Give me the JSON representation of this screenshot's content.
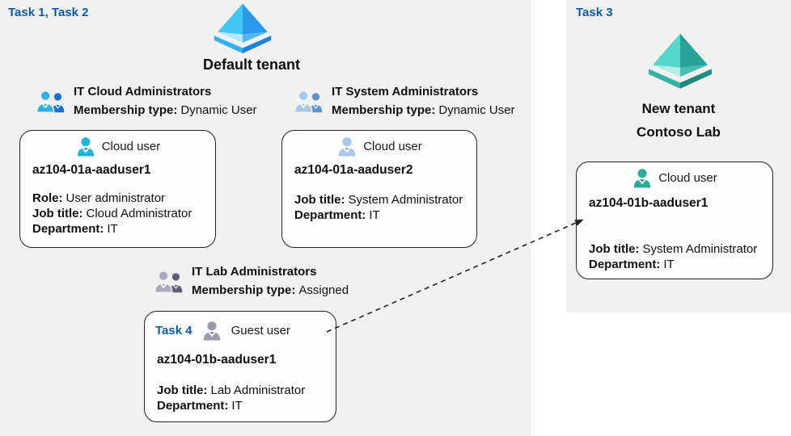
{
  "colors": {
    "accent_blue": "#0d5a9e",
    "region_bg": "#f1f1f1",
    "card_bg": "#fcfcfc",
    "card_border": "#222222",
    "arrow": "#222222",
    "tenant_icon_blue": "#2b98ea",
    "tenant_icon_teal": "#28a298"
  },
  "icons": {
    "default_tenant": "azure-tenant-diamond-blue",
    "new_tenant": "azure-tenant-diamond-teal",
    "group_cloud_admins": "two-users-icon-cyan-blue",
    "group_system_admins": "two-users-icon-light-blue",
    "group_lab_admins": "two-users-icon-gray",
    "cloud_user_1": "user-icon-cyan",
    "cloud_user_2": "user-icon-light-blue",
    "guest_user": "user-icon-gray",
    "new_tenant_cloud_user": "user-icon-teal"
  },
  "default_tenant": {
    "task_label": "Task 1, Task 2",
    "tenant_name": "Default tenant",
    "groups": [
      {
        "name": "IT Cloud Administrators",
        "membership_label": "Membership type:",
        "membership_value": "Dynamic User"
      },
      {
        "name": "IT System Administrators",
        "membership_label": "Membership type:",
        "membership_value": "Dynamic User"
      },
      {
        "name": "IT Lab Administrators",
        "membership_label": "Membership type:",
        "membership_value": "Assigned"
      }
    ],
    "users": [
      {
        "type_label": "Cloud user",
        "name": "az104-01a-aaduser1",
        "fields": [
          {
            "label": "Role:",
            "value": "User administrator"
          },
          {
            "label": "Job title:",
            "value": "Cloud Administrator"
          },
          {
            "label": "Department:",
            "value": "IT"
          }
        ]
      },
      {
        "type_label": "Cloud user",
        "name": "az104-01a-aaduser2",
        "fields": [
          {
            "label": "Job title:",
            "value": "System Administrator"
          },
          {
            "label": "Department:",
            "value": "IT"
          }
        ]
      },
      {
        "task_label": "Task 4",
        "type_label": "Guest user",
        "name": "az104-01b-aaduser1",
        "fields": [
          {
            "label": "Job title:",
            "value": "Lab Administrator"
          },
          {
            "label": "Department:",
            "value": "IT"
          }
        ]
      }
    ]
  },
  "new_tenant": {
    "task_label": "Task 3",
    "tenant_name_line1": "New tenant",
    "tenant_name_line2": "Contoso Lab",
    "user": {
      "type_label": "Cloud user",
      "name": "az104-01b-aaduser1",
      "fields": [
        {
          "label": "Job title:",
          "value": "System Administrator"
        },
        {
          "label": "Department:",
          "value": "IT"
        }
      ]
    }
  }
}
